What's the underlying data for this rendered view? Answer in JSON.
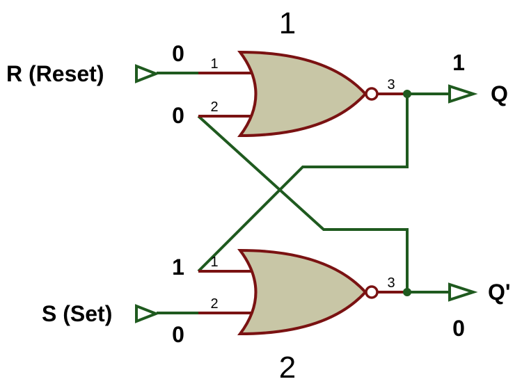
{
  "gates": [
    {
      "number": "1",
      "pin_in1": "1",
      "pin_in2": "2",
      "pin_out": "3"
    },
    {
      "number": "2",
      "pin_in1": "1",
      "pin_in2": "2",
      "pin_out": "3"
    }
  ],
  "inputs": {
    "reset": {
      "label": "R (Reset)",
      "value": "0"
    },
    "set": {
      "label": "S (Set)",
      "value": "0"
    }
  },
  "feedback_values": {
    "gate1_in2": "0",
    "gate2_in1": "1"
  },
  "outputs": {
    "q": {
      "label": "Q",
      "value": "1"
    },
    "q_bar": {
      "label": "Q'",
      "value": "0"
    }
  },
  "colors": {
    "wire": "#1f5a1f",
    "gate_outline": "#7a1212",
    "gate_fill": "#c8c6a6"
  }
}
